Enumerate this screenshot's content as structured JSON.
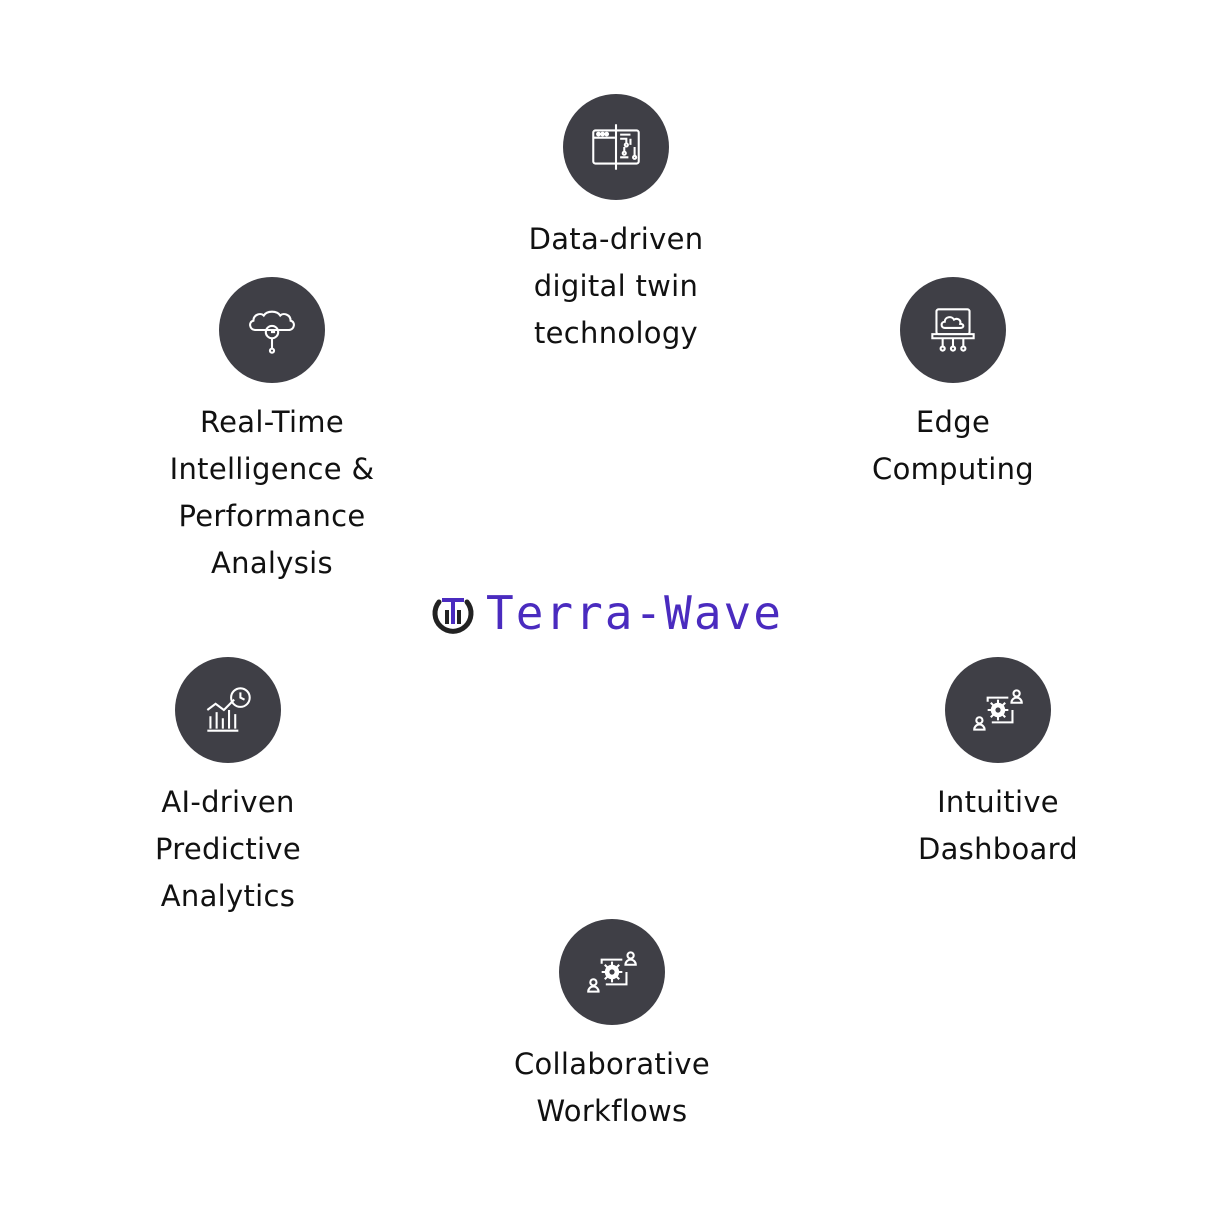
{
  "logo": {
    "text": "Terra-Wave",
    "color": "#4a2bbf"
  },
  "circle_color": "#3f3f46",
  "features": [
    {
      "icon": "digital-twin-icon",
      "lines": [
        "Data-driven",
        "digital twin",
        "technology"
      ]
    },
    {
      "icon": "brain-clock-icon",
      "lines": [
        "Real-Time",
        "Intelligence &",
        "Performance",
        "Analysis"
      ]
    },
    {
      "icon": "cloud-computer-icon",
      "lines": [
        "Edge",
        "Computing"
      ]
    },
    {
      "icon": "analytics-chart-icon",
      "lines": [
        "AI-driven",
        "Predictive",
        "Analytics"
      ]
    },
    {
      "icon": "gear-users-icon",
      "lines": [
        "Intuitive",
        "Dashboard"
      ]
    },
    {
      "icon": "gear-users-icon",
      "lines": [
        "Collaborative",
        "Workflows"
      ]
    }
  ]
}
